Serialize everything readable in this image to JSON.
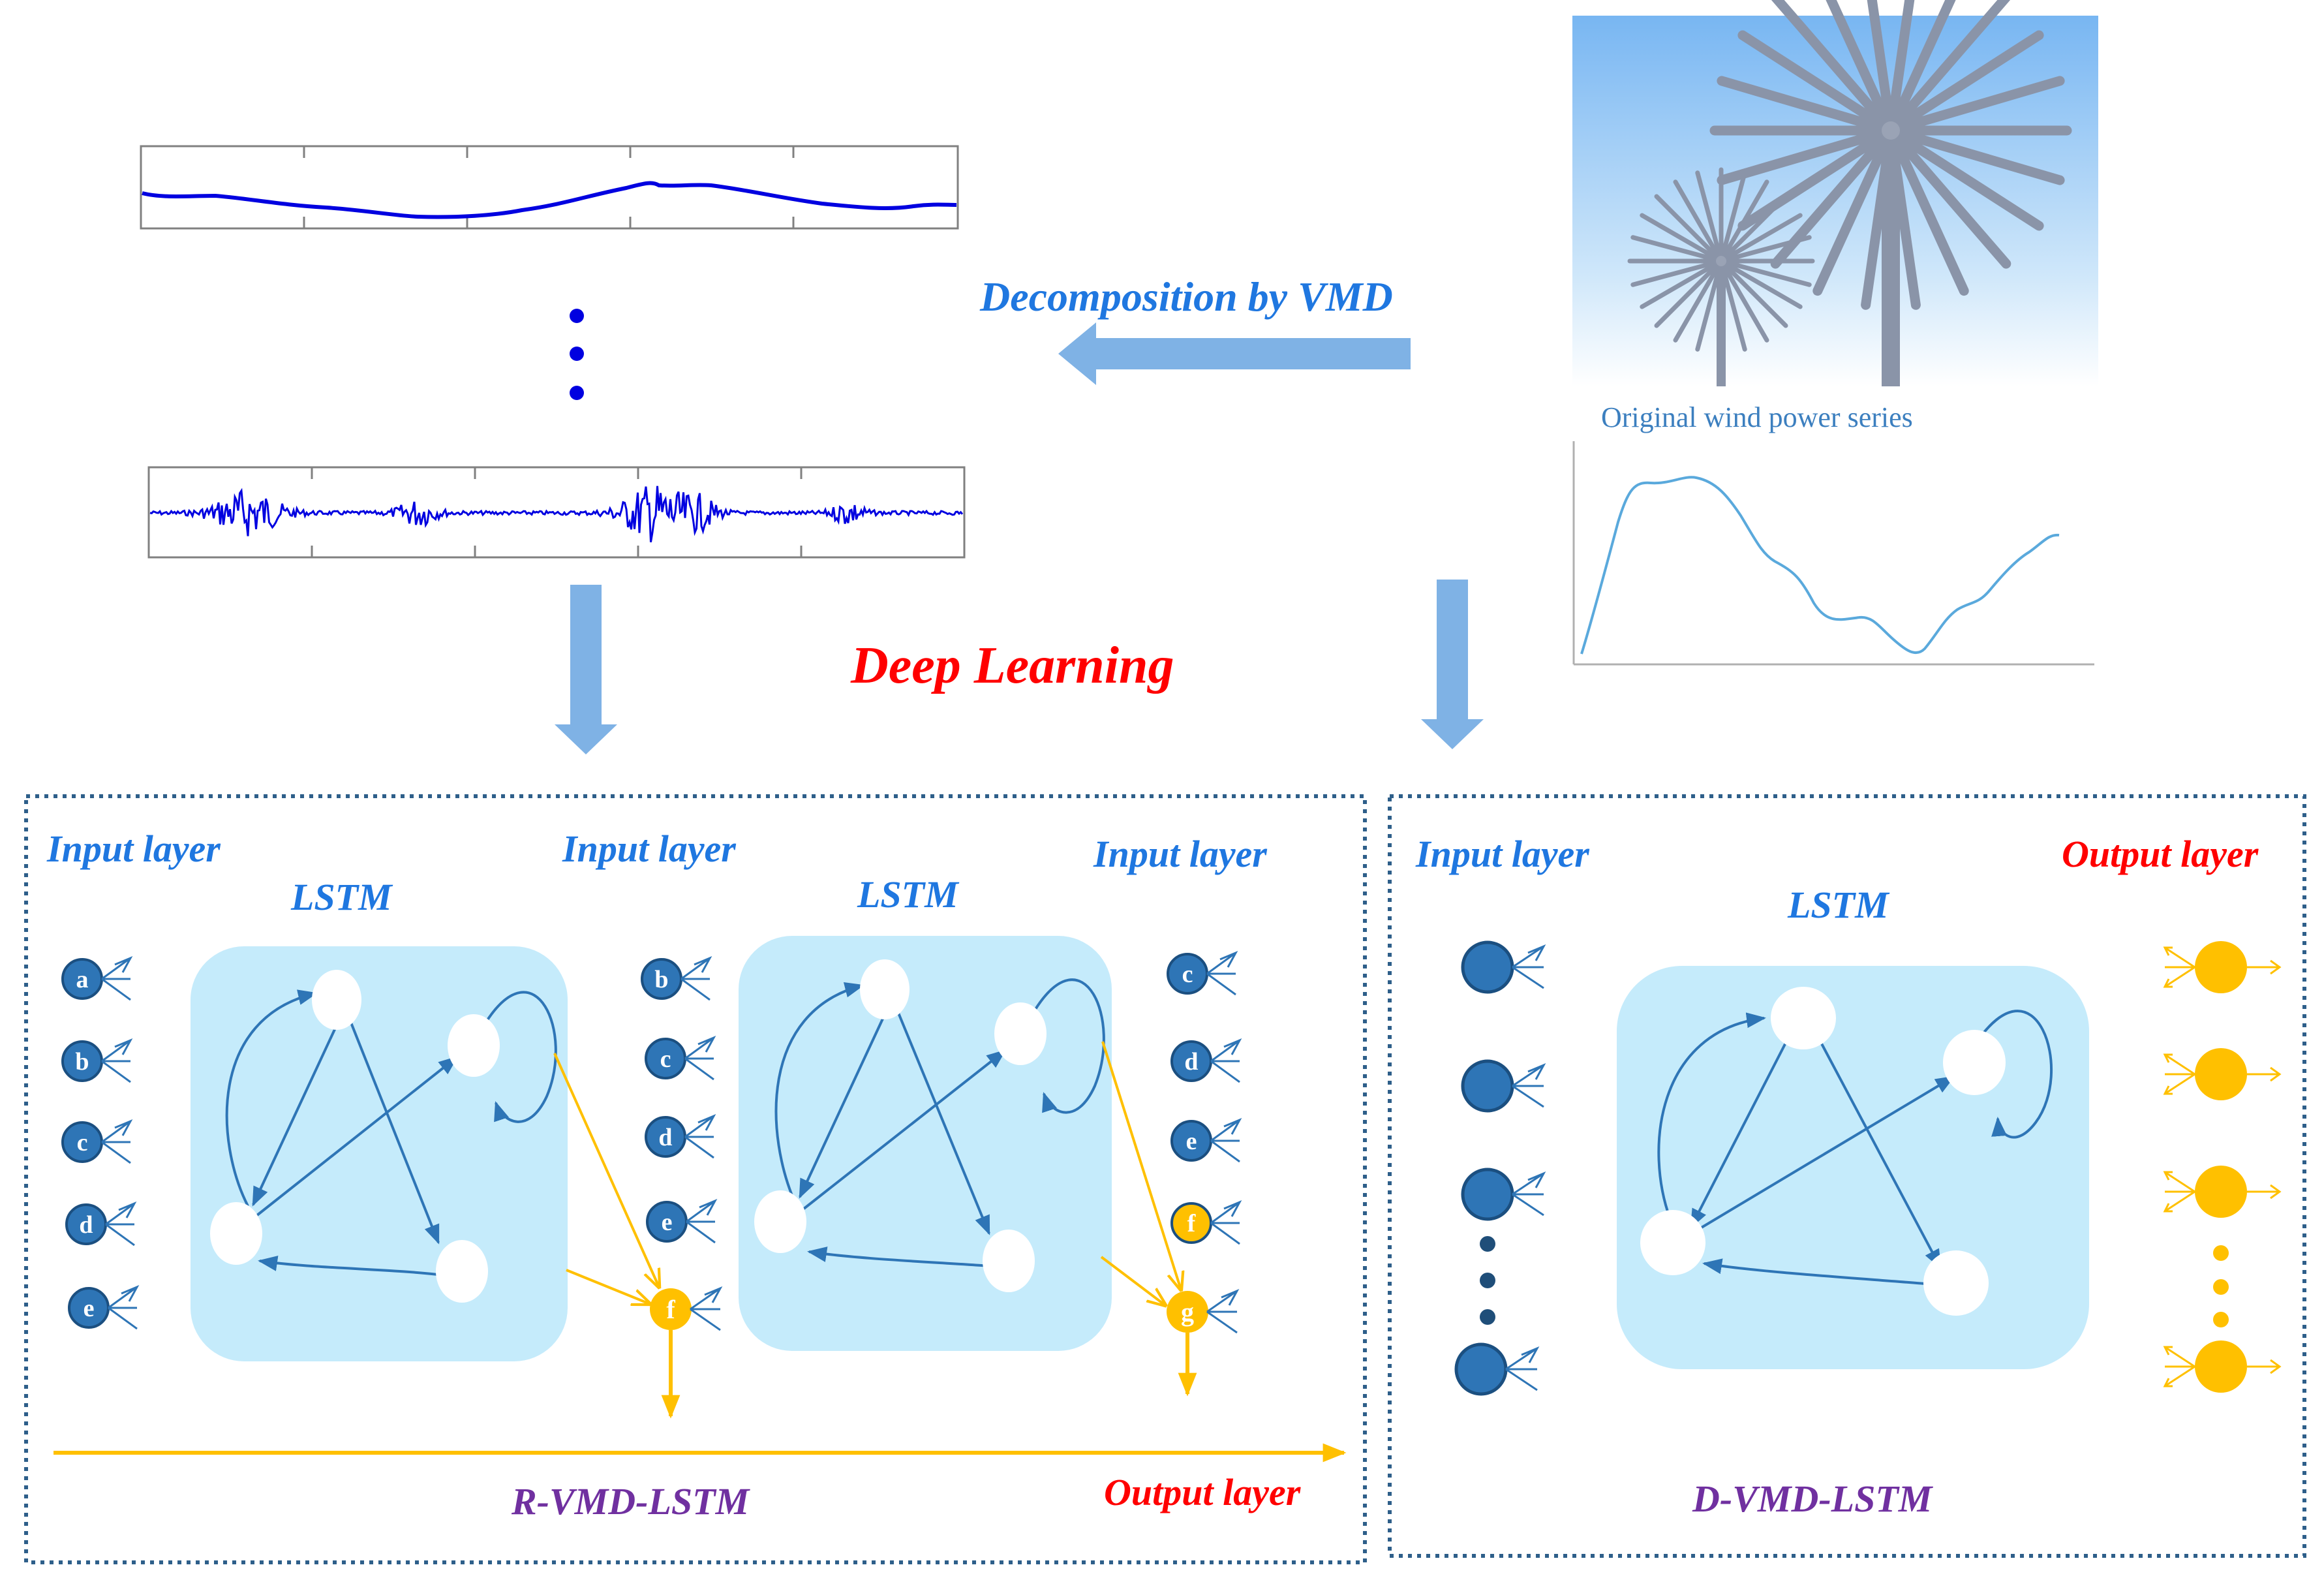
{
  "colors": {
    "blue_text": "#1f77e0",
    "red_text": "#ff0000",
    "purple_text": "#7030a0",
    "node_blue": "#2e75b6",
    "node_yellow": "#ffc000",
    "arrow_pale": "#7fb2e5",
    "signal_blue": "#0000e0",
    "lstm_fill": "#c5ebfb",
    "frame_border": "#2e5f8a",
    "link_blue": "#2e75b6",
    "curve_blue": "#5aa9dc"
  },
  "labels": {
    "decomposition": "Decomposition by VMD",
    "deep_learning": "Deep Learning",
    "original_series": "Original wind power series"
  },
  "r_panel": {
    "name": "R-VMD-LSTM",
    "output_layer": "Output layer",
    "groups": [
      {
        "input_layer": "Input layer",
        "lstm": "LSTM",
        "inputs": [
          "a",
          "b",
          "c",
          "d",
          "e"
        ]
      },
      {
        "input_layer": "Input layer",
        "lstm": "LSTM",
        "inputs": [
          "b",
          "c",
          "d",
          "e"
        ],
        "output": "f"
      },
      {
        "input_layer": "Input layer",
        "inputs": [
          "c",
          "d",
          "e"
        ],
        "fed_back": "f",
        "output": "g"
      }
    ]
  },
  "d_panel": {
    "name": "D-VMD-LSTM",
    "input_layer": "Input layer",
    "lstm": "LSTM",
    "output_layer": "Output layer"
  }
}
